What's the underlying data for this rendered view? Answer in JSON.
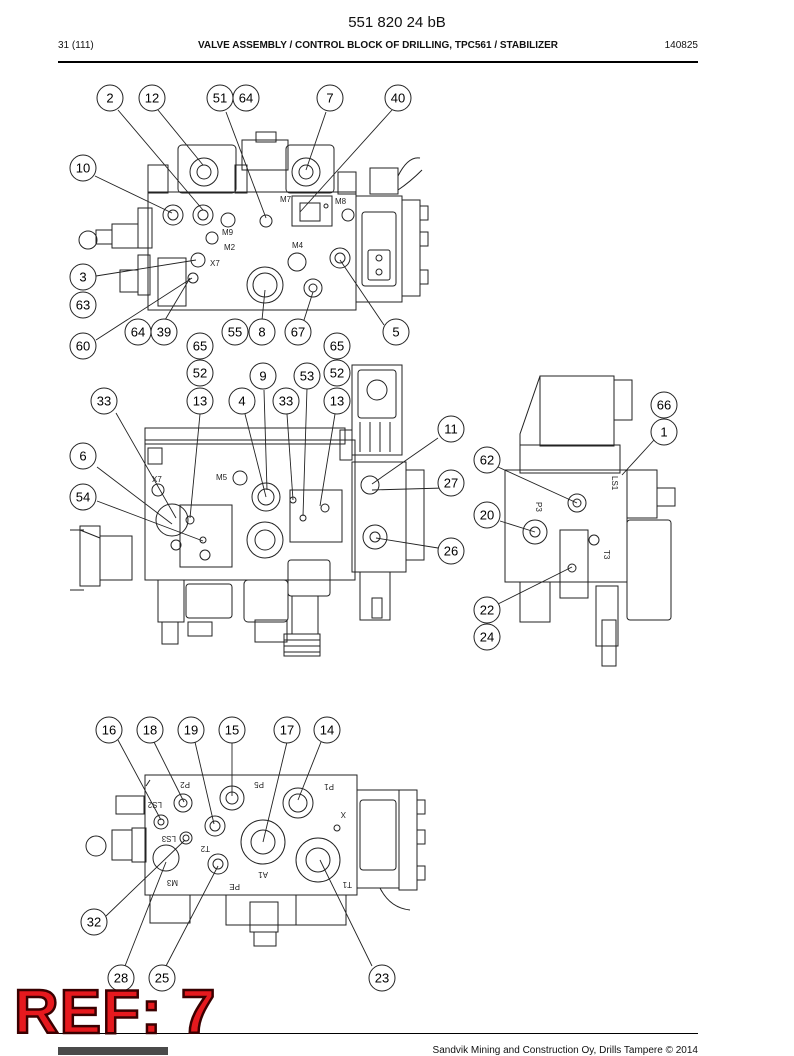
{
  "header": {
    "doc_number": "551 820 24 bB",
    "page": "31 (111)",
    "section_title": "VALVE ASSEMBLY / CONTROL BLOCK OF DRILLING, TPC561 / STABILIZER",
    "date": "140825"
  },
  "footer": {
    "copyright": "Sandvik Mining and Construction Oy, Drills Tampere © 2014"
  },
  "stamp": {
    "text": "REF: 7",
    "color": "#e6191e"
  },
  "port_labels": {
    "m9": "M9",
    "m2": "M2",
    "x7": "X7",
    "m4": "M4",
    "m7": "M7",
    "m8": "M8",
    "m5": "M5",
    "x7b": "X7",
    "p3": "P3",
    "ls1": "LS1",
    "t3": "T3",
    "p2": "P2",
    "p5": "P5",
    "p1": "P1",
    "ls2": "LS2",
    "ls3": "LS3",
    "t2": "T2",
    "m3": "M3",
    "pe": "PE",
    "a1": "A1",
    "t1": "T1",
    "x": "X"
  },
  "callouts": [
    {
      "label": "2"
    },
    {
      "label": "12"
    },
    {
      "label": "51"
    },
    {
      "label": "64"
    },
    {
      "label": "7"
    },
    {
      "label": "40"
    },
    {
      "label": "10"
    },
    {
      "label": "3"
    },
    {
      "label": "63"
    },
    {
      "label": "60"
    },
    {
      "label": "64"
    },
    {
      "label": "39"
    },
    {
      "label": "55"
    },
    {
      "label": "8"
    },
    {
      "label": "67"
    },
    {
      "label": "5"
    },
    {
      "label": "65"
    },
    {
      "label": "65"
    },
    {
      "label": "52"
    },
    {
      "label": "9"
    },
    {
      "label": "53"
    },
    {
      "label": "52"
    },
    {
      "label": "33"
    },
    {
      "label": "13"
    },
    {
      "label": "4"
    },
    {
      "label": "33"
    },
    {
      "label": "13"
    },
    {
      "label": "11"
    },
    {
      "label": "6"
    },
    {
      "label": "27"
    },
    {
      "label": "54"
    },
    {
      "label": "26"
    },
    {
      "label": "66"
    },
    {
      "label": "1"
    },
    {
      "label": "62"
    },
    {
      "label": "20"
    },
    {
      "label": "22"
    },
    {
      "label": "24"
    },
    {
      "label": "16"
    },
    {
      "label": "18"
    },
    {
      "label": "19"
    },
    {
      "label": "15"
    },
    {
      "label": "17"
    },
    {
      "label": "14"
    },
    {
      "label": "32"
    },
    {
      "label": "28"
    },
    {
      "label": "25"
    },
    {
      "label": "23"
    }
  ]
}
